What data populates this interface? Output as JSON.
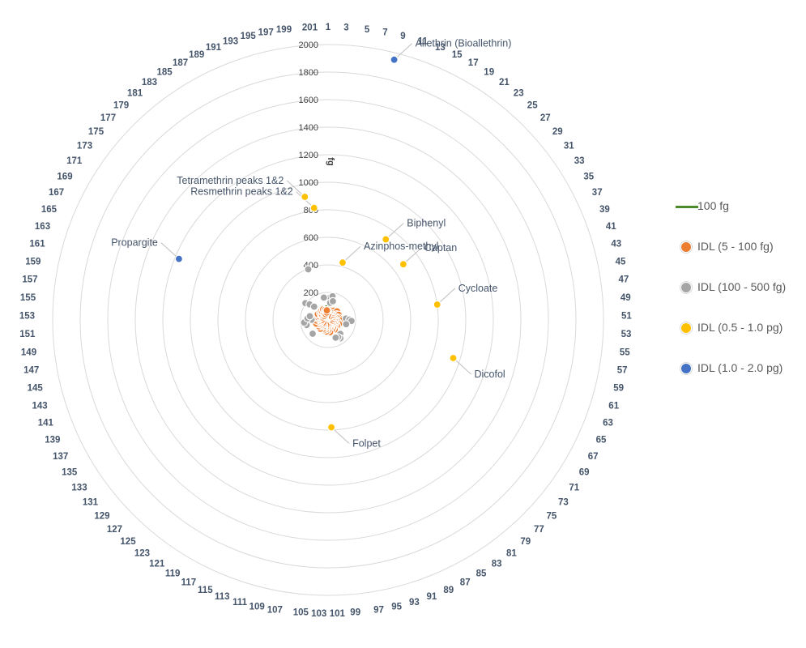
{
  "chart_data": {
    "type": "radar-scatter",
    "title": "",
    "unit_label": "fg",
    "spoke_labels": [
      "1",
      "3",
      "5",
      "7",
      "9",
      "11",
      "13",
      "15",
      "17",
      "19",
      "21",
      "23",
      "25",
      "27",
      "29",
      "31",
      "33",
      "35",
      "37",
      "39",
      "41",
      "43",
      "45",
      "47",
      "49",
      "51",
      "53",
      "55",
      "57",
      "59",
      "61",
      "63",
      "65",
      "67",
      "69",
      "71",
      "73",
      "75",
      "77",
      "79",
      "81",
      "83",
      "85",
      "87",
      "89",
      "91",
      "93",
      "95",
      "97",
      "99",
      "101",
      "103",
      "105",
      "107",
      "109",
      "111",
      "113",
      "115",
      "117",
      "119",
      "121",
      "123",
      "125",
      "127",
      "129",
      "131",
      "133",
      "135",
      "137",
      "139",
      "141",
      "143",
      "145",
      "147",
      "149",
      "151",
      "153",
      "155",
      "157",
      "159",
      "161",
      "163",
      "165",
      "167",
      "169",
      "171",
      "173",
      "175",
      "177",
      "179",
      "181",
      "183",
      "185",
      "187",
      "189",
      "191",
      "193",
      "195",
      "197",
      "199",
      "201"
    ],
    "spoke_step": 2,
    "radial_range": [
      0,
      2000
    ],
    "radial_ticks": [
      0,
      200,
      400,
      600,
      800,
      1000,
      1200,
      1400,
      1600,
      1800,
      2000
    ],
    "grid": true,
    "legend_position": "right",
    "reference_line": {
      "name": "100 fg",
      "value": 100,
      "color": "#4b8b2b"
    },
    "series": [
      {
        "name": "IDL (5 - 100 fg)",
        "color": "#ed7d31",
        "values": [
          70,
          45,
          60,
          85,
          55,
          40,
          75,
          65,
          50,
          80,
          60,
          45,
          70,
          90,
          55,
          35,
          75,
          60,
          85,
          50,
          65,
          45,
          80,
          70,
          55,
          40,
          90,
          65,
          50,
          75,
          60,
          85,
          45,
          70,
          55,
          80,
          65,
          40,
          75,
          60,
          50,
          85,
          70,
          45,
          60,
          80,
          55,
          65,
          90,
          50,
          75,
          45,
          60,
          85,
          70,
          55,
          40,
          80,
          65,
          75,
          50,
          60,
          85,
          45,
          70,
          55,
          80,
          65,
          40,
          75,
          60,
          90,
          50,
          70,
          55,
          85,
          45,
          65,
          75,
          60,
          80,
          50,
          70,
          45,
          85,
          60,
          55,
          75,
          65,
          40,
          80,
          70,
          50,
          60,
          85,
          45,
          75,
          65,
          55,
          70
        ]
      },
      {
        "name": "IDL (100 - 500 fg)",
        "color": "#a5a5a5",
        "points": [
          {
            "index": 1,
            "value": 160
          },
          {
            "index": 2,
            "value": 125
          },
          {
            "index": 3,
            "value": 175
          },
          {
            "index": 4,
            "value": 140
          },
          {
            "index": 24,
            "value": 130
          },
          {
            "index": 25,
            "value": 155
          },
          {
            "index": 26,
            "value": 170
          },
          {
            "index": 29,
            "value": 135
          },
          {
            "index": 39,
            "value": 135
          },
          {
            "index": 41,
            "value": 160
          },
          {
            "index": 42,
            "value": 145
          },
          {
            "index": 44,
            "value": 140
          },
          {
            "index": 64,
            "value": 150
          },
          {
            "index": 72,
            "value": 160
          },
          {
            "index": 74,
            "value": 175
          },
          {
            "index": 76,
            "value": 120
          },
          {
            "index": 77,
            "value": 150
          },
          {
            "index": 79,
            "value": 135
          },
          {
            "index": 86,
            "value": 205
          },
          {
            "index": 87,
            "value": 175
          },
          {
            "index": 88,
            "value": 140
          },
          {
            "index": 95,
            "value": 395
          },
          {
            "index": 98,
            "value": 165
          }
        ]
      },
      {
        "name": "IDL (0.5 - 1.0 pg)",
        "color": "#ffc000",
        "points": [
          {
            "index": 10,
            "value": 720,
            "label": "Biphenyl"
          },
          {
            "index": 15,
            "value": 680,
            "label": "Captan"
          },
          {
            "index": 23,
            "value": 800,
            "label": "Cycloate"
          },
          {
            "index": 30,
            "value": 950,
            "label": "Dicofol"
          },
          {
            "index": 50,
            "value": 780,
            "label": "Folpet"
          },
          {
            "index": 4,
            "value": 430,
            "label": "Azinphos-methyl"
          },
          {
            "index": 99,
            "value": 820,
            "label": "Resmethrin peaks 1&2"
          },
          {
            "index": 98,
            "value": 910,
            "label": "Tetramethrin peaks 1&2"
          }
        ]
      },
      {
        "name": "IDL (1.0 - 2.0 pg)",
        "color": "#4472c4",
        "points": [
          {
            "index": 4,
            "value": 1950,
            "label": "Allethrin (Bioallethrin)"
          },
          {
            "index": 82,
            "value": 1170,
            "label": "Propargite"
          }
        ]
      }
    ]
  }
}
